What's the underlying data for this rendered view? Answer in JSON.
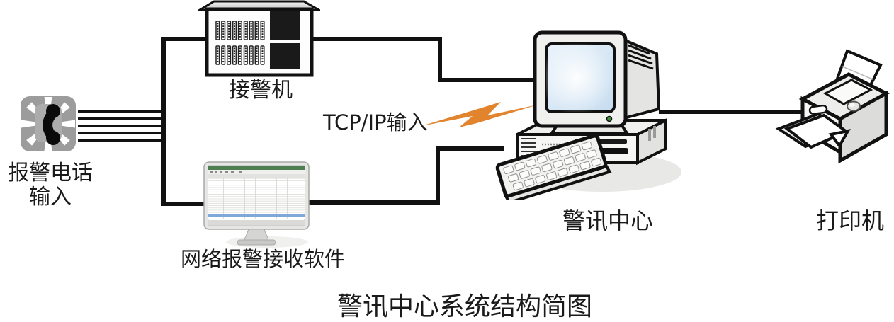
{
  "title": "警讯中心系统结构简图",
  "labels": {
    "phone_line1": "报警电话",
    "phone_line2": "输入",
    "receiver": "接警机",
    "software": "网络报警接收软件",
    "center": "警讯中心",
    "printer": "打印机",
    "tcpip": "TCP/IP输入"
  },
  "colors": {
    "connector": "#111111",
    "lightning_orange": "#E2832E",
    "phone_gray": "#9C9C9C",
    "phone_center_gray": "#ACACAC",
    "software_titlebar_green": "#4E7E52",
    "highlight_row_blue": "#7FA8D8",
    "screen_blue": "#C6DCEF",
    "led_green": "#3E8E3E"
  }
}
